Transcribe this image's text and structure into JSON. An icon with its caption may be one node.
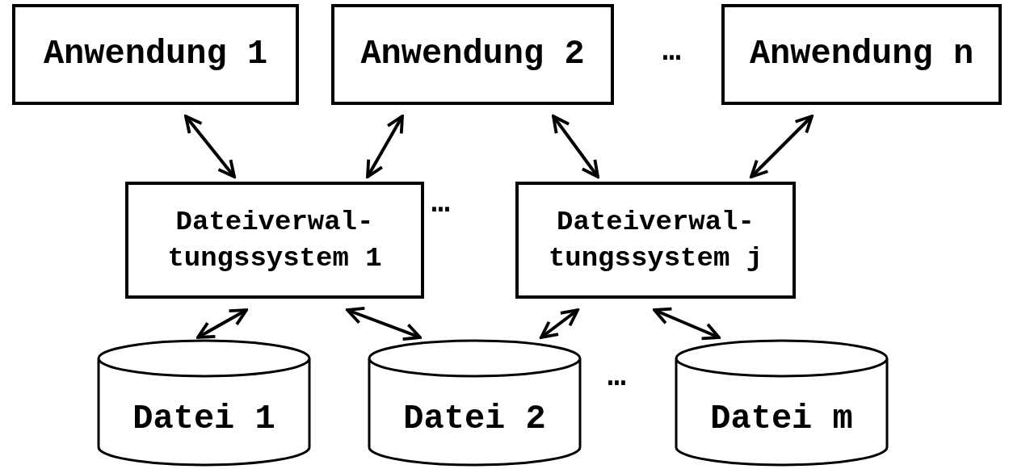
{
  "diagram": {
    "nodes": [
      {
        "text": [
          "Anwendung 1"
        ]
      },
      {
        "text": [
          "Anwendung 2"
        ]
      },
      {
        "text": [
          "Anwendung n"
        ]
      },
      {
        "text": [
          "Dateiverwal- tungssystem 1"
        ]
      },
      {
        "text": [
          "Dateiverwal- tungssystem j"
        ]
      },
      {
        "text": [
          "Datei 1"
        ]
      },
      {
        "text": [
          "Datei 2"
        ]
      },
      {
        "text": [
          "Datei m"
        ]
      }
    ],
    "edges": [
      {
        "from": 0,
        "to": 3,
        "arrow": "both"
      },
      {
        "from": 1,
        "to": 3,
        "arrow": "both"
      },
      {
        "from": 1,
        "to": 4,
        "arrow": "both"
      },
      {
        "from": 2,
        "to": 4,
        "arrow": "both"
      },
      {
        "from": 3,
        "to": 5,
        "arrow": "both"
      },
      {
        "from": 3,
        "to": 6,
        "arrow": "both"
      },
      {
        "from": 4,
        "to": 6,
        "arrow": "both"
      },
      {
        "from": 4,
        "to": 7,
        "arrow": "both"
      }
    ],
    "labels": [
      "…",
      "…",
      "…"
    ]
  }
}
